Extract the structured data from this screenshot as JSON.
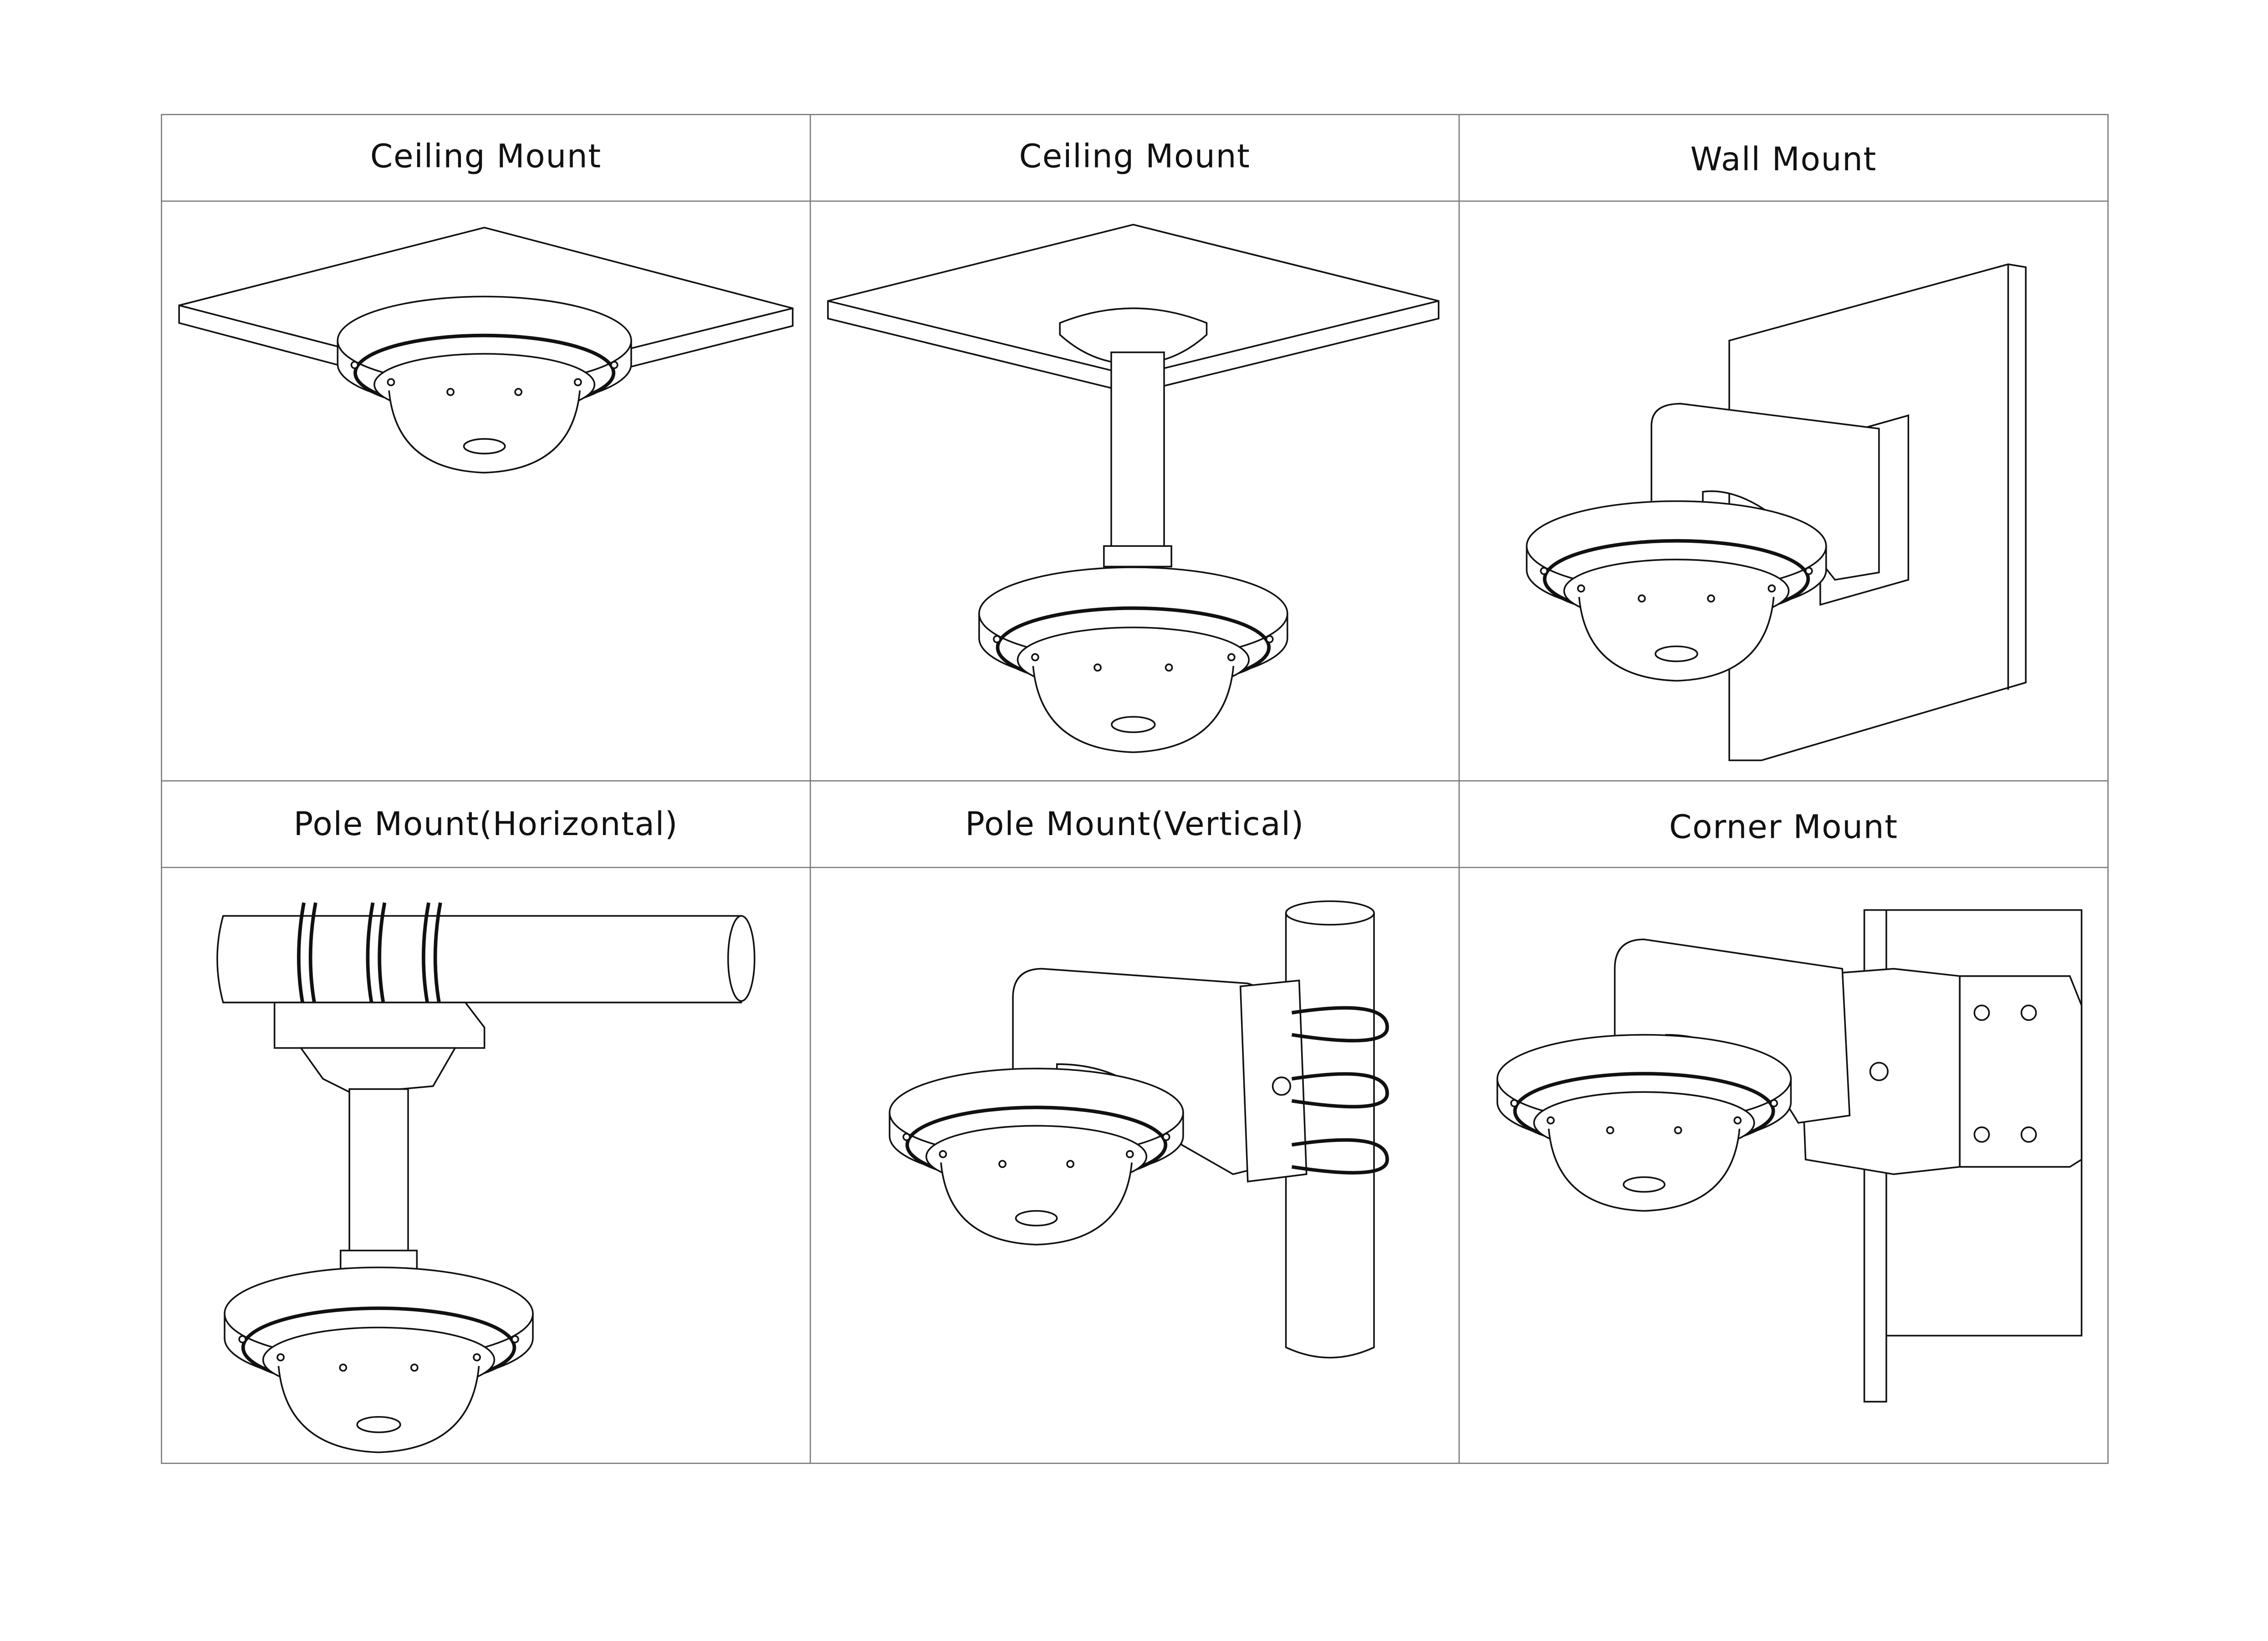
{
  "mounts": [
    {
      "label": "Ceiling Mount"
    },
    {
      "label": "Ceiling Mount"
    },
    {
      "label": "Wall Mount"
    },
    {
      "label": "Pole Mount(Horizontal)"
    },
    {
      "label": "Pole Mount(Vertical)"
    },
    {
      "label": "Corner Mount"
    }
  ]
}
